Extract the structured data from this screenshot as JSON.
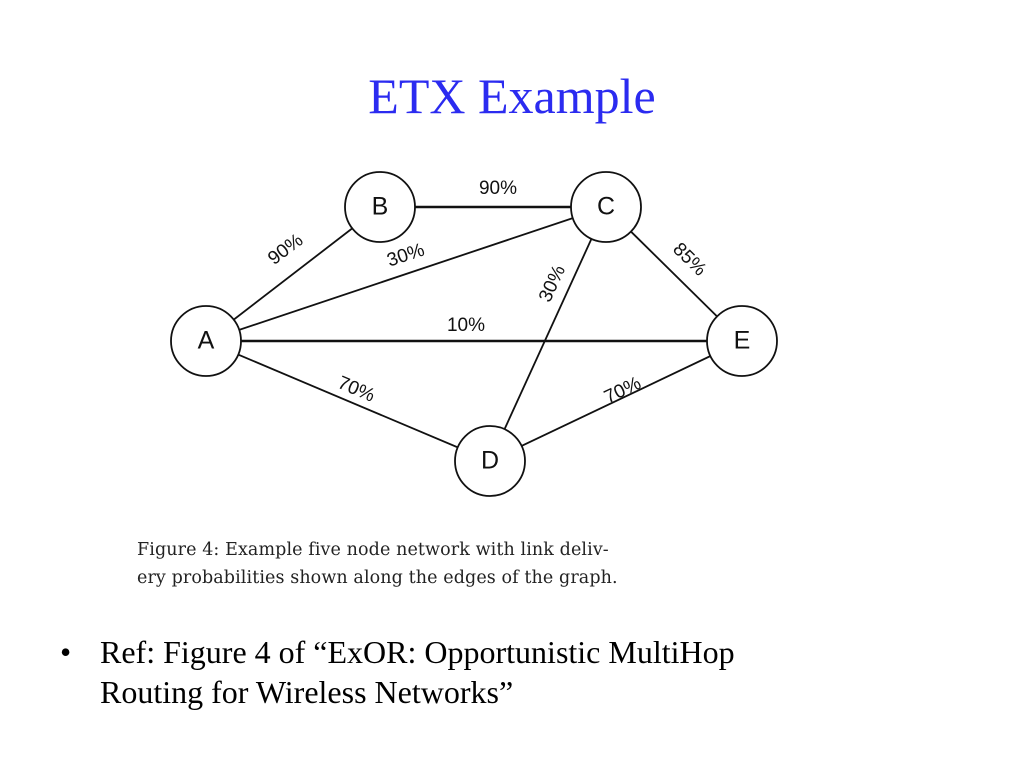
{
  "slide": {
    "title": "ETX Example"
  },
  "diagram": {
    "nodes": [
      {
        "id": "A",
        "label": "A"
      },
      {
        "id": "B",
        "label": "B"
      },
      {
        "id": "C",
        "label": "C"
      },
      {
        "id": "D",
        "label": "D"
      },
      {
        "id": "E",
        "label": "E"
      }
    ],
    "edges": [
      {
        "from": "A",
        "to": "B",
        "label": "90%"
      },
      {
        "from": "B",
        "to": "C",
        "label": "90%"
      },
      {
        "from": "A",
        "to": "C",
        "label": "30%"
      },
      {
        "from": "C",
        "to": "E",
        "label": "85%"
      },
      {
        "from": "C",
        "to": "D",
        "label": "30%"
      },
      {
        "from": "A",
        "to": "E",
        "label": "10%"
      },
      {
        "from": "A",
        "to": "D",
        "label": "70%"
      },
      {
        "from": "D",
        "to": "E",
        "label": "70%"
      }
    ]
  },
  "caption": {
    "line1": "Figure 4:  Example five node network with link deliv-",
    "line2": "ery probabilities shown along the edges of the graph."
  },
  "bullets": [
    {
      "marker": "•",
      "line1": "Ref: Figure 4 of “ExOR: Opportunistic MultiHop",
      "line2": "Routing for Wireless Networks”"
    }
  ],
  "colors": {
    "title": "#2b2bf0",
    "ink": "#111111"
  }
}
